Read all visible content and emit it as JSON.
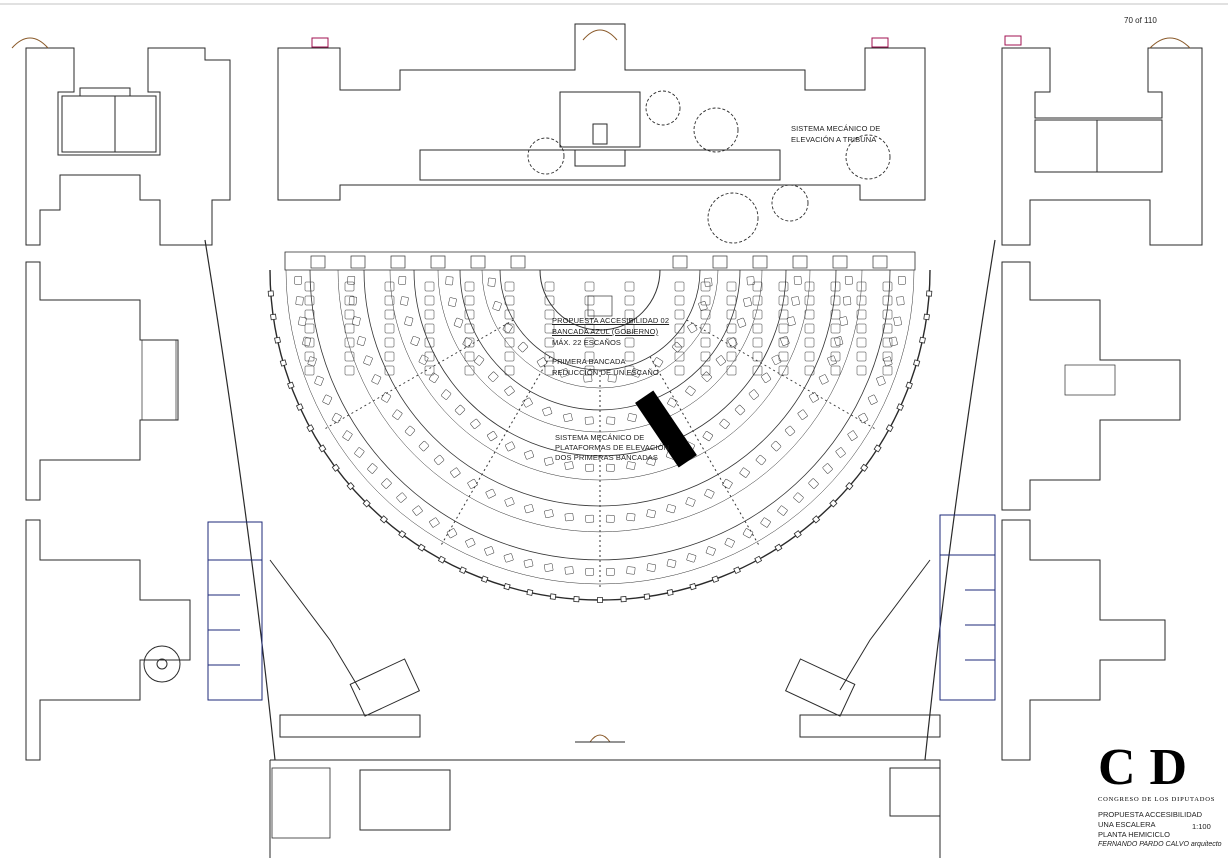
{
  "page_indicator": "70 of 110",
  "annotations": {
    "tribuna_mech": [
      "SISTEMA MECÁNICO DE",
      "ELEVACIÓN A TRIBUNA"
    ],
    "proposal_heading": "PROPUESTA ACCESIBILIDAD 02",
    "proposal_lines": [
      "BANCADA AZUL (GOBIERNO)",
      "MÁX. 22 ESCAÑOS"
    ],
    "first_bench": [
      "PRIMERA BANCADA",
      "REDUCCIÓN DE UN ESCAÑO"
    ],
    "platform_mech": [
      "SISTEMA MECÁNICO DE",
      "PLATAFORMAS DE ELEVACIÓN",
      "DOS PRIMERAS BANCADAS"
    ]
  },
  "title_block": {
    "logo": "CD",
    "institution": "CONGRESO DE LOS DIPUTADOS",
    "lines": [
      "PROPUESTA ACCESIBILIDAD",
      "UNA ESCALERA",
      "PLANTA HEMICICLO"
    ],
    "scale": "1:100",
    "author": "FERNANDO PARDO CALVO arquitecto"
  },
  "colors": {
    "line": "#2a2a2a",
    "accent_blue": "#1c2a7a",
    "door_brown": "#8a5a2a",
    "magenta": "#a01050",
    "highlight": "#000000"
  }
}
